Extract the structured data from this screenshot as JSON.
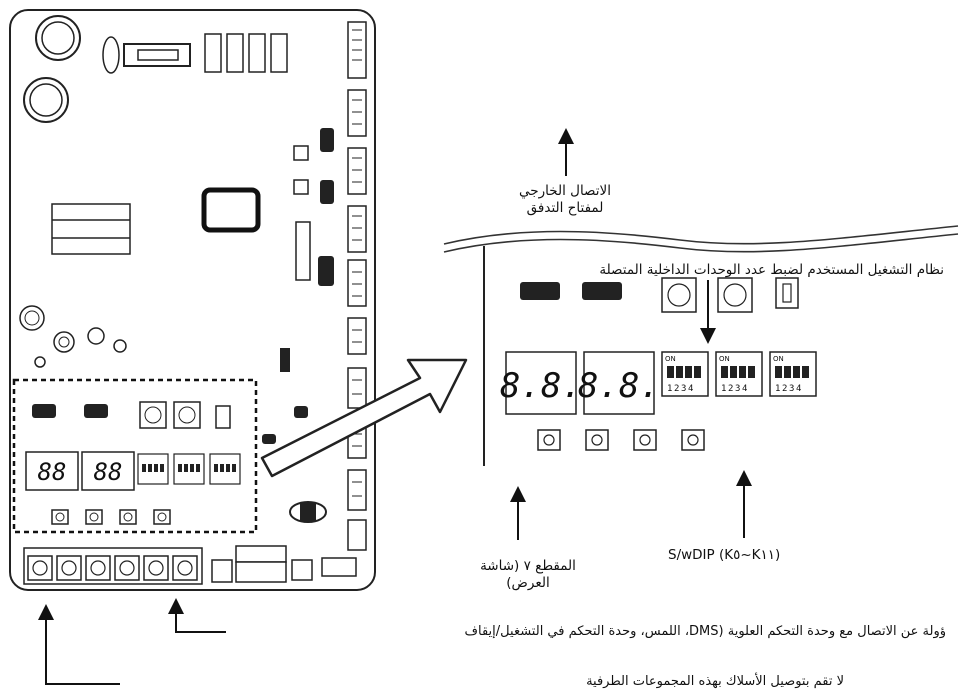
{
  "labels": {
    "outdoor_flow_line1": "الاتصال الخارجي",
    "outdoor_flow_line2": "لمفتاح التدفق",
    "rotary_system": "نظام التشغيل المستخدم لضبط عدد الوحدات الداخلية المتصلة",
    "segment_display_line1": "المقطع ٧ (شاشة",
    "segment_display_line2": "العرض)",
    "dip_switch": "S/wDIP  (K٥~K١١)",
    "terminal_comms": "ؤولة عن الاتصال مع وحدة التحكم العلوية (DMS، اللمس، وحدة التحكم في التشغيل/إيقاف",
    "terminal_warning": "لا تقم بتوصيل الأسلاك بهذه المجموعات الطرفية"
  },
  "display": {
    "digits_small_1": "88",
    "digits_small_2": "88",
    "digits_large_1": "8.8.",
    "digits_large_2": "8.8.",
    "dip_on": "ON",
    "dip_numbers": "1234"
  }
}
